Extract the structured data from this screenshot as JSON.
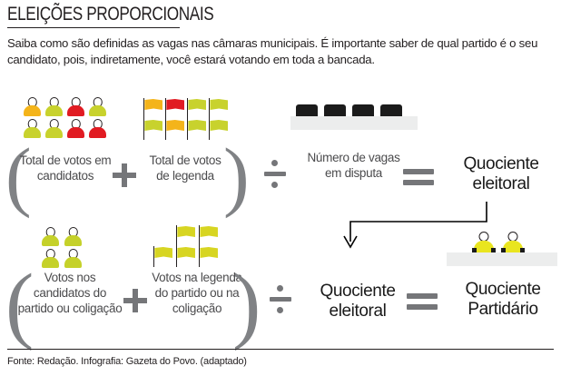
{
  "header": {
    "title": "ELEIÇÕES PROPORCIONAIS",
    "subtitle": "Saiba como são definidas as vagas nas câmaras municipais. É importante saber de qual partido é o seu candidato, pois, indiretamente, você estará votando em toda a bancada."
  },
  "colors": {
    "red": "#e11b22",
    "orange": "#f4b41a",
    "yellow_green": "#c8d22d",
    "yellow": "#e9e51f",
    "green_party": "#c5d12a",
    "seat_dark": "#1b1b1b",
    "bench_gray": "#eceded",
    "math_gray": "#757679",
    "paren_gray": "#808285",
    "text_gray": "#4b4b4d",
    "text_dark": "#231f20"
  },
  "formula_top": {
    "term1": {
      "label": "Total de votos em candidatos",
      "icon": "people-grid-icon",
      "people": [
        {
          "color": "#f4b41a"
        },
        {
          "color": "#c8d22d"
        },
        {
          "color": "#e11b22"
        },
        {
          "color": "#c8d22d"
        },
        {
          "color": "#c8d22d"
        },
        {
          "color": "#c8d22d"
        },
        {
          "color": "#e11b22"
        },
        {
          "color": "#e11b22"
        }
      ]
    },
    "operator_plus": "+",
    "term2": {
      "label": "Total de votos de legenda",
      "icon": "flags-grid-icon",
      "flags": [
        {
          "color": "#f4b41a"
        },
        {
          "color": "#e11b22"
        },
        {
          "color": "#c8d22d"
        },
        {
          "color": "#c8d22d"
        },
        {
          "color": "#c8d22d"
        },
        {
          "color": "#f4b41a"
        },
        {
          "color": "#c8d22d"
        },
        {
          "color": "#c8d22d"
        }
      ]
    },
    "operator_divide": "÷",
    "term3": {
      "label": "Número de vagas em disputa",
      "icon": "bench-seats-icon",
      "seat_count": 4
    },
    "operator_equals": "=",
    "result": "Quociente eleitoral"
  },
  "formula_bottom": {
    "term1": {
      "label": "Votos nos candidatos do partido ou coligação",
      "icon": "people-grid-icon",
      "people": [
        {
          "color": "#c5d12a"
        },
        {
          "color": "#c5d12a"
        },
        {
          "color": "#c5d12a"
        },
        {
          "color": "#c5d12a"
        }
      ]
    },
    "operator_plus": "+",
    "term2": {
      "label": "Votos na legenda do partido ou na coligação",
      "icon": "flags-grid-icon",
      "flag_count": 5,
      "flag_color": "#d7d522"
    },
    "operator_divide": "÷",
    "term3": {
      "label": "Quociente eleitoral"
    },
    "operator_equals": "=",
    "result": "Quociente Partidário",
    "result_icon": "seated-people-bench-icon",
    "result_seated_count": 2
  },
  "flow": {
    "arrow": "down-arrow-icon",
    "from": "Quociente eleitoral",
    "to": "Quociente eleitoral"
  },
  "footer": {
    "source": "Fonte: Redação. Infografia: Gazeta do Povo.   (adaptado)"
  }
}
